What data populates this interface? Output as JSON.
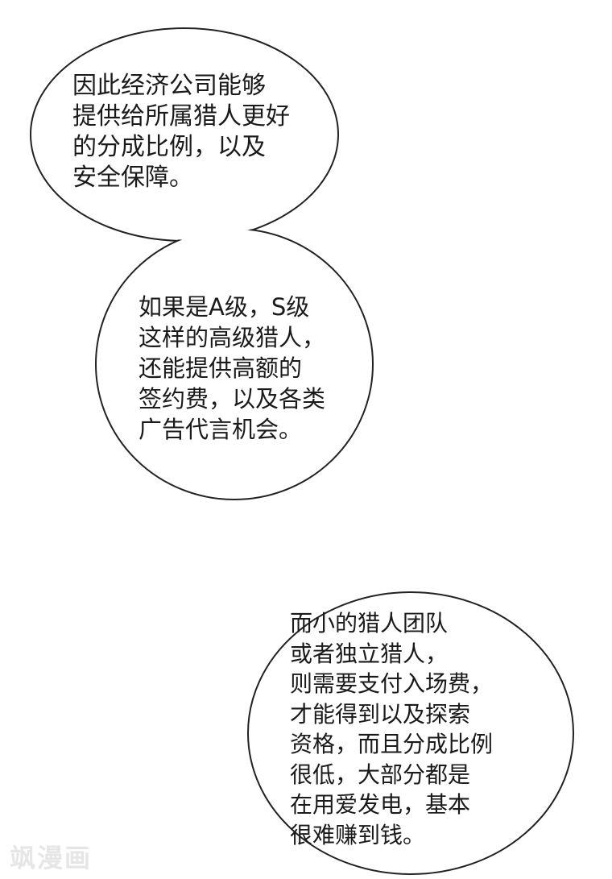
{
  "bubbles": [
    {
      "lines": [
        "因此经济公司能够",
        "提供给所属猎人更好",
        "的分成比例，以及",
        "安全保障。"
      ]
    },
    {
      "lines": [
        "如果是A级，S级",
        "这样的高级猎人，",
        "还能提供高额的",
        "签约费，以及各类",
        "广告代言机会。"
      ]
    },
    {
      "lines": [
        "而小的猎人团队",
        "或者独立猎人，",
        "则需要支付入场费，",
        "才能得到以及探索",
        "资格，而且分成比例",
        "很低，大部分都是",
        "在用爱发电，基本",
        "很难赚到钱。"
      ]
    }
  ],
  "watermark": "飒漫画",
  "colors": {
    "outline": "#222222",
    "background": "#ffffff"
  }
}
